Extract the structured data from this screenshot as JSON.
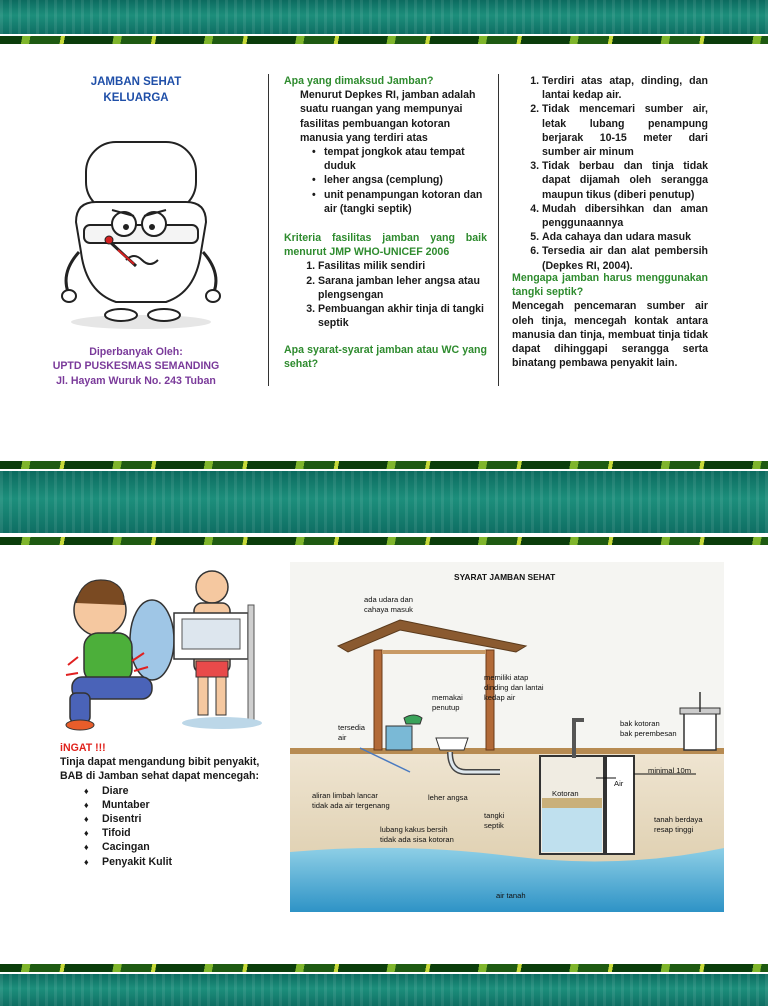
{
  "brochure": {
    "title_line1": "JAMBAN SEHAT",
    "title_line2": "KELUARGA",
    "publisher_label": "Diperbanyak Oleh:",
    "publisher_name": "UPTD PUSKESMAS SEMANDING",
    "publisher_address": "Jl. Hayam Wuruk No. 243 Tuban"
  },
  "definition": {
    "heading": "Apa yang dimaksud Jamban?",
    "body": "Menurut Depkes RI, jamban adalah suatu ruangan yang mempunyai fasilitas pembuangan kotoran manusia yang terdiri atas",
    "items": [
      "tempat jongkok atau tempat duduk",
      "leher angsa (cemplung)",
      "unit penampungan kotoran dan air (tangki septik)"
    ]
  },
  "criteria": {
    "heading": "Kriteria fasilitas jamban yang baik menurut JMP WHO-UNICEF 2006",
    "items": [
      "Fasilitas milik sendiri",
      "Sarana jamban leher angsa atau plengsengan",
      "Pembuangan akhir tinja di tangki septik"
    ]
  },
  "requirements": {
    "heading": "Apa syarat-syarat jamban atau WC yang sehat?",
    "items": [
      "Terdiri atas atap, dinding, dan lantai kedap air.",
      "Tidak mencemari sumber air, letak lubang penampung berjarak 10-15 meter dari sumber air minum",
      "Tidak berbau dan tinja tidak dapat dijamah oleh serangga maupun tikus (diberi penutup)",
      "Mudah dibersihkan dan aman penggunaannya",
      "Ada cahaya dan udara masuk",
      "Tersedia air dan alat pembersih (Depkes RI, 2004)."
    ]
  },
  "septic": {
    "heading": "Mengapa jamban harus menggunakan tangki septik?",
    "body": "Mencegah pencemaran sumber air oleh tinja, mencegah kontak antara manusia dan tinja, membuat tinja tidak dapat dihinggapi serangga serta binatang pembawa penyakit lain."
  },
  "warning": {
    "heading": "iNGAT !!!",
    "body": "Tinja dapat mengandung bibit penyakit, BAB di Jamban sehat dapat mencegah:",
    "diseases": [
      "Diare",
      "Muntaber",
      "Disentri",
      "Tifoid",
      "Cacingan",
      "Penyakit Kulit"
    ]
  },
  "diagram": {
    "title": "SYARAT JAMBAN SEHAT",
    "labels": {
      "air_light": [
        "ada udara dan",
        "cahaya masuk"
      ],
      "roof": [
        "memiliki atap",
        "dinding dan lantai",
        "kedap air"
      ],
      "cover": [
        "memakai",
        "penutup"
      ],
      "water": [
        "tersedia",
        "air"
      ],
      "tank_out": "bak kotoran",
      "tank_absorb": "bak perembesan",
      "min_dist": "minimal 10m",
      "flow": [
        "aliran limbah lancar",
        "tidak ada air tergenang"
      ],
      "gooseneck": "leher angsa",
      "septic": [
        "tangki",
        "septik"
      ],
      "clean": [
        "lubang kakus bersih",
        "tidak ada sisa kotoran"
      ],
      "kotoran": "Kotoran",
      "air_arrow": "Air",
      "soil": [
        "tanah berdaya",
        "resap tinggi"
      ],
      "groundwater": "air tanah"
    }
  },
  "colors": {
    "heading_green": "#2e8b2e",
    "title_blue": "#1f4fa8",
    "publisher_purple": "#7a3a9a",
    "warning_red": "#e0221c"
  }
}
